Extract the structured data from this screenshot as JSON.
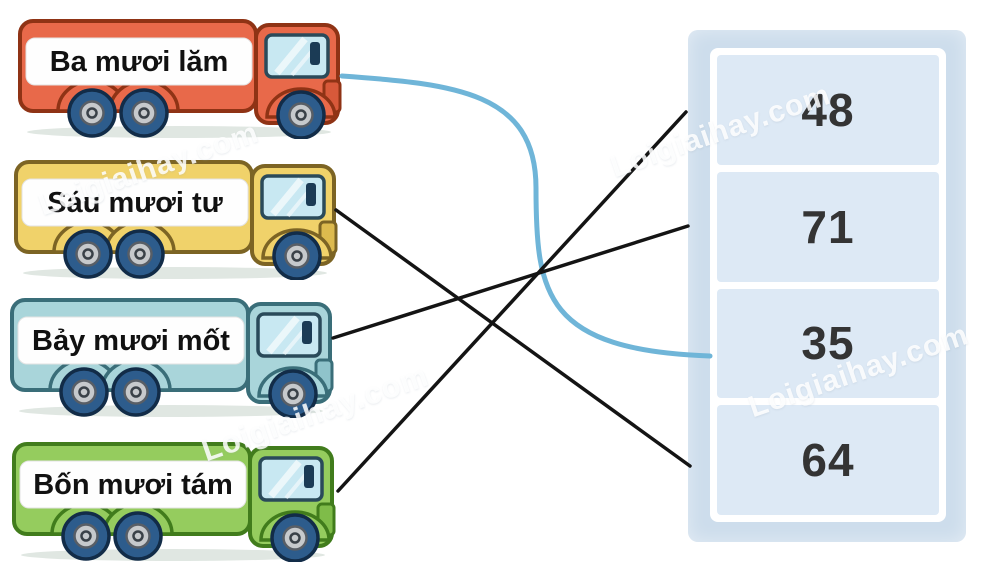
{
  "trucks": [
    {
      "label": "Ba mươi lăm",
      "body_color": "#E8694A",
      "outline_color": "#8F3315",
      "step_color": "#D8593A"
    },
    {
      "label": "Sáu mươi tư",
      "body_color": "#F0D26A",
      "outline_color": "#7C6424",
      "step_color": "#DDBA4E"
    },
    {
      "label": "Bảy mươi mốt",
      "body_color": "#A9D5DA",
      "outline_color": "#3A6E79",
      "step_color": "#8FC3CB"
    },
    {
      "label": "Bốn mươi tám",
      "body_color": "#95CC5E",
      "outline_color": "#417C1C",
      "step_color": "#7FBC49"
    }
  ],
  "answer_boxes": [
    {
      "value": "48"
    },
    {
      "value": "71"
    },
    {
      "value": "35"
    },
    {
      "value": "64"
    }
  ],
  "connections": [
    {
      "from_truck": 0,
      "to_box": 2,
      "shape": "curve",
      "color": "#6FB5D8",
      "width": 5
    },
    {
      "from_truck": 1,
      "to_box": 3,
      "shape": "line",
      "color": "#141414",
      "width": 3.5
    },
    {
      "from_truck": 2,
      "to_box": 1,
      "shape": "line",
      "color": "#141414",
      "width": 3.5
    },
    {
      "from_truck": 3,
      "to_box": 0,
      "shape": "line",
      "color": "#141414",
      "width": 3.5
    }
  ],
  "watermark": {
    "text": "Loigiaihay.com"
  },
  "palette": {
    "wheel_outer": "#2D5C8C",
    "wheel_rim": "#122C48",
    "wheel_hub": "#C6C9CC",
    "wheel_hub_edge": "#585E66",
    "wheel_center_edge": "#3A4148",
    "window": "#C8E8F2",
    "window_frame": "#2A4A5A",
    "mirror": "#1B3B55",
    "label_plate": "#FEFEFE",
    "panel_bg": "#CDDDEC",
    "answer_box_bg": "#DDE9F5",
    "number_color": "#343434",
    "label_text_color": "#111111"
  }
}
